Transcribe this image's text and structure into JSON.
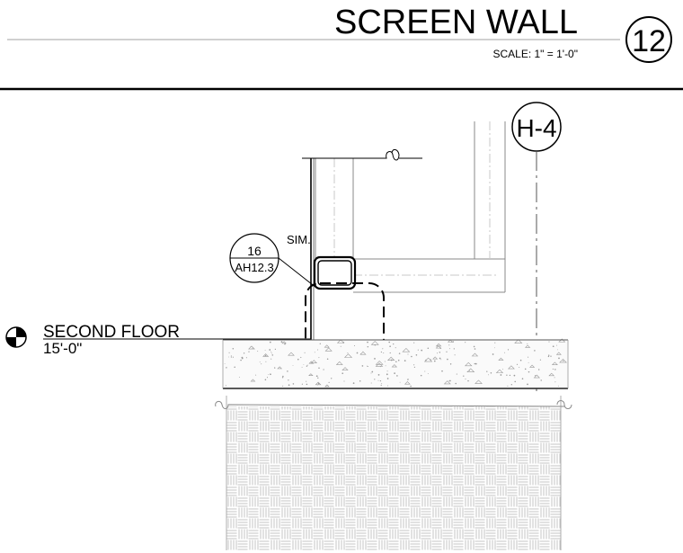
{
  "title": "SCREEN WALL",
  "scale_text": "SCALE:  1\" = 1'-0\"",
  "detail_number": "12",
  "grid_label": "H-4",
  "section_callout": {
    "number": "16",
    "sheet": "AH12.3",
    "note": "SIM."
  },
  "level": {
    "name": "SECOND FLOOR",
    "elevation": "15'-0\""
  }
}
